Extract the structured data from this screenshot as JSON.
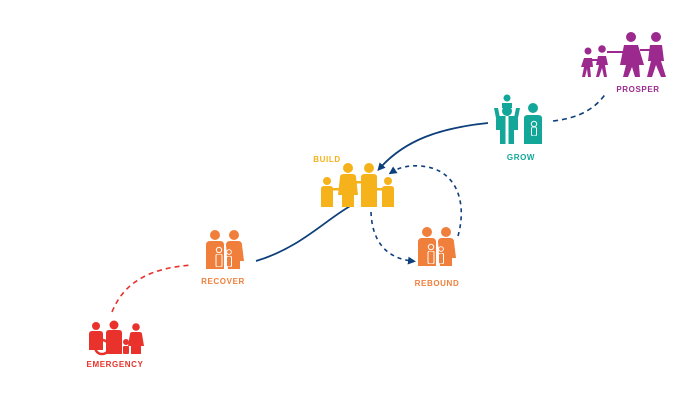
{
  "stages": {
    "emergency": {
      "label": "EMERGENCY",
      "color": "#e8322b",
      "icon": "family-with-wheelchair-icon"
    },
    "recover": {
      "label": "RECOVER",
      "color": "#f07f3c",
      "icon": "family-of-four-icon"
    },
    "build": {
      "label": "BUILD",
      "color": "#f6b21a",
      "icon": "family-holding-hands-icon"
    },
    "rebound": {
      "label": "REBOUND",
      "color": "#f07f3c",
      "icon": "family-of-four-icon"
    },
    "grow": {
      "label": "GROW",
      "color": "#13a79a",
      "icon": "parents-with-children-icon"
    },
    "prosper": {
      "label": "PROSPER",
      "color": "#9c2a8e",
      "icon": "family-walking-icon"
    }
  },
  "colors": {
    "solid_connector": "#0d3f7a",
    "dashed_connector": "#0d3f7a",
    "emergency_connector": "#e8322b",
    "background": "#ffffff"
  }
}
